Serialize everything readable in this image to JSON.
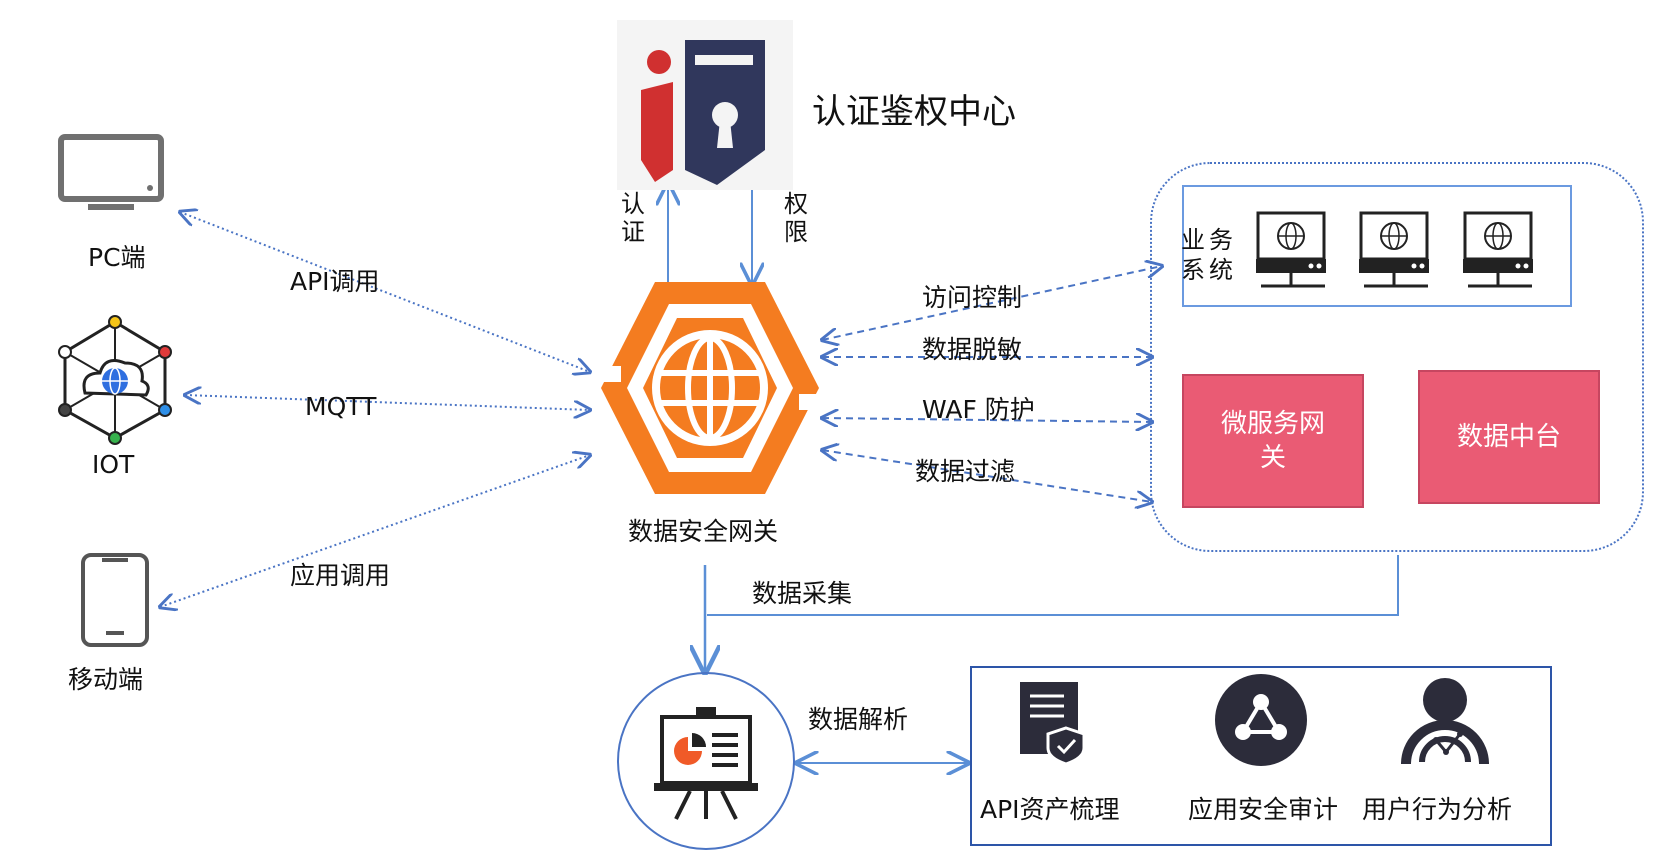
{
  "auth_center": {
    "title": "认证鉴权中心",
    "label_auth": "认证",
    "label_perm": "权限"
  },
  "clients": [
    {
      "key": "pc",
      "label": "PC端",
      "link": "API调用"
    },
    {
      "key": "iot",
      "label": "IOT",
      "link": "MQTT"
    },
    {
      "key": "mobile",
      "label": "移动端",
      "link": "应用调用"
    }
  ],
  "gateway": {
    "label": "数据安全网关"
  },
  "gateway_links": [
    "访问控制",
    "数据脱敏",
    "WAF 防护",
    "数据过滤"
  ],
  "business": {
    "system_label": "业务系统",
    "microservice_gateway": "微服务网关",
    "data_middle_platform": "数据中台"
  },
  "collection": {
    "label": "数据采集"
  },
  "analysis": {
    "link_label": "数据解析",
    "outputs": [
      "API资产梳理",
      "应用安全审计",
      "用户行为分析"
    ]
  },
  "colors": {
    "accent_orange": "#f47c20",
    "line_blue": "#5b8fd6",
    "pink": "#ea5b74",
    "dark": "#2c2c3a"
  }
}
